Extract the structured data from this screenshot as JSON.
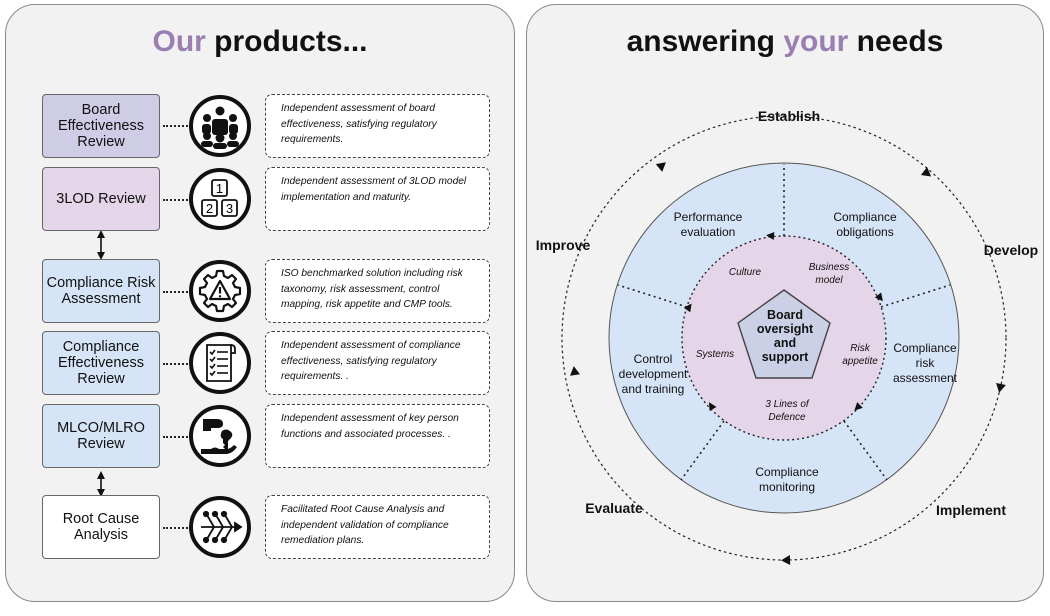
{
  "left": {
    "heading_accent": "Our",
    "heading_rest": "products...",
    "products": [
      {
        "label": "Board Effectiveness Review",
        "description": "Independent assessment of board effectiveness, satisfying regulatory requirements.",
        "icon": "board-meeting-icon",
        "fill": "#cfcce6"
      },
      {
        "label": "3LOD Review",
        "description": "Independent assessment of 3LOD model implementation and maturity.",
        "icon": "numbered-boxes-icon",
        "fill": "#e5d5e8"
      },
      {
        "label": "Compliance Risk Assessment",
        "description": "ISO benchmarked solution including risk taxonomy, risk assessment, control mapping, risk appetite and CMP tools.",
        "icon": "gear-warning-icon",
        "fill": "#d6e4f7"
      },
      {
        "label": "Compliance Effectiveness Review",
        "description": "Independent assessment of compliance effectiveness, satisfying regulatory requirements. .",
        "icon": "checklist-icon",
        "fill": "#d6e4f7"
      },
      {
        "label": "MLCO/MLRO Review",
        "description": "Independent assessment of key person functions and associated processes. .",
        "icon": "hand-key-icon",
        "fill": "#d6e4f7"
      },
      {
        "label": "Root Cause Analysis",
        "description": "Facilitated Root Cause Analysis and independent validation of compliance remediation plans.",
        "icon": "fishbone-icon",
        "fill": "#ffffff"
      }
    ]
  },
  "right": {
    "heading_pre": "answering",
    "heading_accent": "your",
    "heading_post": "needs",
    "cycle": {
      "establish": "Establish",
      "develop": "Develop",
      "implement": "Implement",
      "evaluate": "Evaluate",
      "improve": "Improve"
    },
    "outer": {
      "compliance_obligations": [
        "Compliance",
        "obligations"
      ],
      "compliance_risk_assessment": [
        "Compliance",
        "risk",
        "assessment"
      ],
      "compliance_monitoring": [
        "Compliance",
        "monitoring"
      ],
      "control_development": [
        "Control",
        "development",
        "and training"
      ],
      "performance_evaluation": [
        "Performance",
        "evaluation"
      ]
    },
    "inner": {
      "culture": "Culture",
      "business_model": [
        "Business",
        "model"
      ],
      "risk_appetite": [
        "Risk",
        "appetite"
      ],
      "three_lines": [
        "3 Lines of",
        "Defence"
      ],
      "systems": "Systems"
    },
    "core": [
      "Board",
      "oversight",
      "and",
      "support"
    ]
  },
  "colors": {
    "accent": "#9b7fb3",
    "outer_ring": "#d6e4f7",
    "inner_ring": "#e5d5e8",
    "pentagon": "#ccd0e6"
  }
}
